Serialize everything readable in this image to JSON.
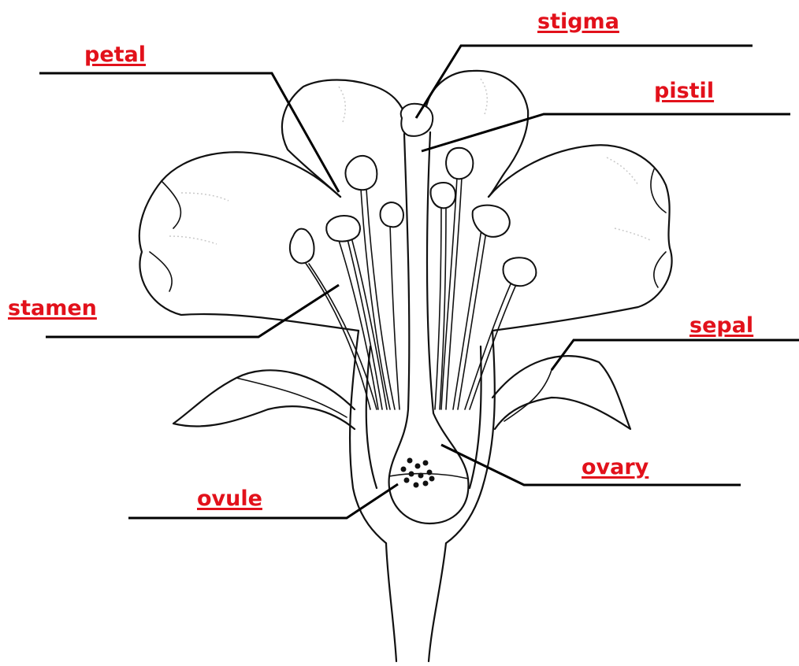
{
  "colors": {
    "label": "#e2111b",
    "ink": "#111111",
    "background": "#ffffff"
  },
  "labels": {
    "stigma": "stigma",
    "pistil": "pistil",
    "petal": "petal",
    "stamen": "stamen",
    "sepal": "sepal",
    "ovary": "ovary",
    "ovule": "ovule"
  }
}
